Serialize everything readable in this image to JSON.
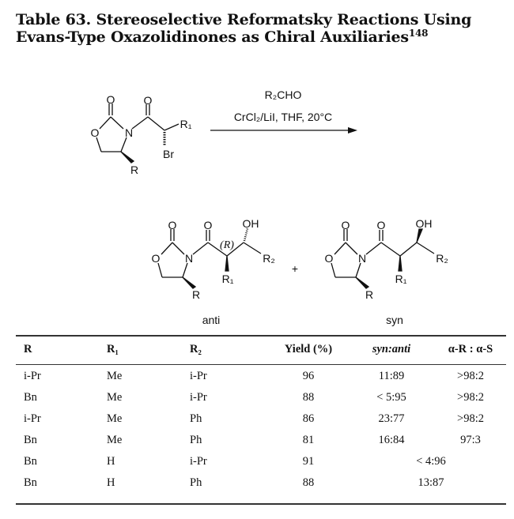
{
  "title": {
    "text": "Table 63. Stereoselective Reformatsky Reactions Using Evans-Type Oxazolidinones as Chiral Auxiliaries",
    "ref": "148"
  },
  "scheme": {
    "reagent_top": "R₂CHO",
    "reagent_bottom": "CrCl₂/LiI, THF, 20°C",
    "atoms": {
      "O": "O",
      "N": "N",
      "R": "R",
      "R1": "R₁",
      "R2": "R₂",
      "Br": "Br",
      "OH": "OH",
      "R_config": "(R)"
    },
    "plus": "+",
    "anti_label": "anti",
    "syn_label": "syn"
  },
  "table": {
    "headers": [
      "R",
      "R₁",
      "R₂",
      "Yield (%)",
      "syn:anti",
      "α-R : α-S"
    ],
    "rows": [
      [
        "i-Pr",
        "Me",
        "i-Pr",
        "96",
        "11:89",
        ">98:2"
      ],
      [
        "Bn",
        "Me",
        "i-Pr",
        "88",
        "< 5:95",
        ">98:2"
      ],
      [
        "i-Pr",
        "Me",
        "Ph",
        "86",
        "23:77",
        ">98:2"
      ],
      [
        "Bn",
        "Me",
        "Ph",
        "81",
        "16:84",
        "97:3"
      ],
      [
        "Bn",
        "H",
        "i-Pr",
        "91",
        "< 4:96"
      ],
      [
        "Bn",
        "H",
        "Ph",
        "88",
        "13:87"
      ]
    ]
  }
}
